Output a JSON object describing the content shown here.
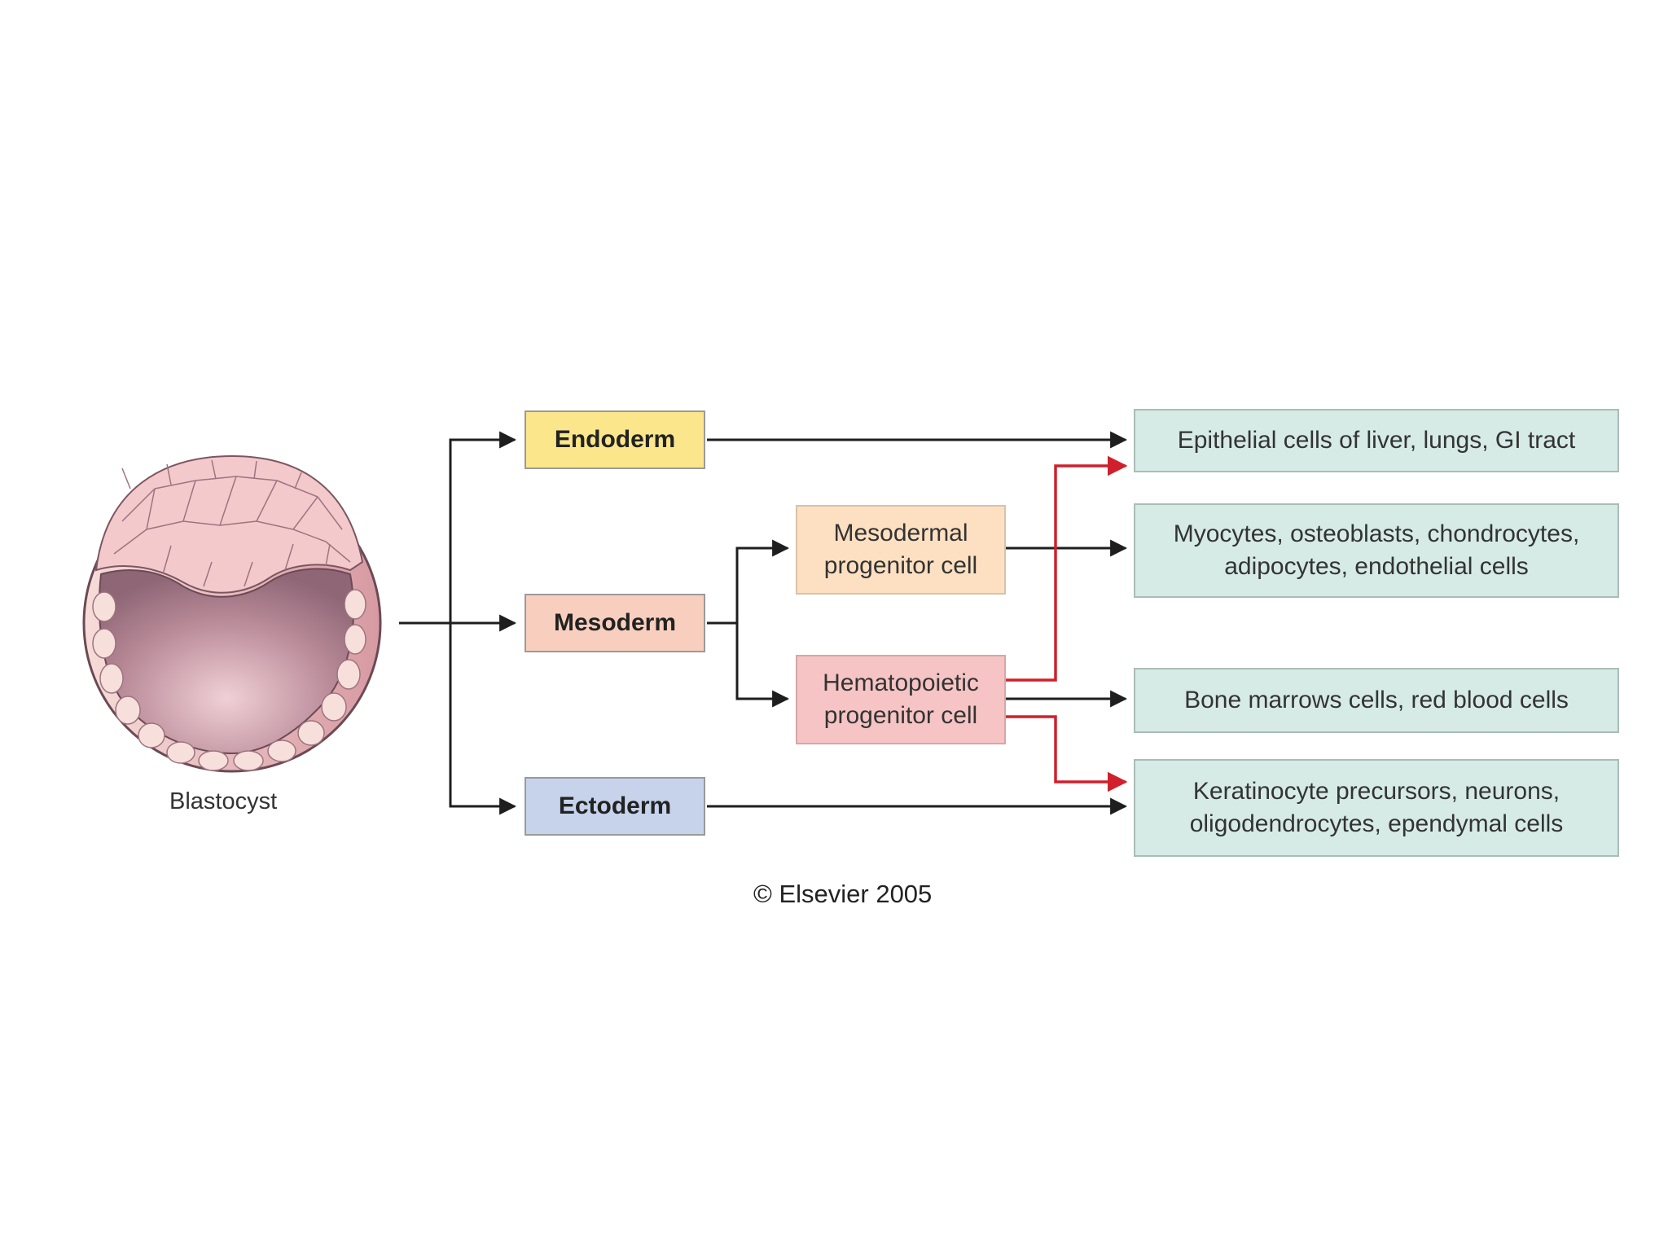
{
  "blastocyst": {
    "label": "Blastocyst"
  },
  "germ_layers": {
    "endoderm": "Endoderm",
    "mesoderm": "Mesoderm",
    "ectoderm": "Ectoderm"
  },
  "progenitors": {
    "mesodermal": [
      "Mesodermal",
      "progenitor cell"
    ],
    "hematopoietic": [
      "Hematopoietic",
      "progenitor cell"
    ]
  },
  "outcomes": {
    "endoderm_cells": [
      "Epithelial cells of liver, lungs, GI tract"
    ],
    "mesodermal_cells": [
      "Myocytes, osteoblasts, chondrocytes,",
      "adipocytes, endothelial cells"
    ],
    "hematopoietic_cells": [
      "Bone marrows cells, red blood cells"
    ],
    "ectoderm_cells": [
      "Keratinocyte precursors, neurons,",
      "oligodendrocytes, ependymal cells"
    ]
  },
  "copyright": "© Elsevier 2005",
  "colors": {
    "endoderm": "#fbe68c",
    "mesoderm": "#f8cfbe",
    "ectoderm": "#c6d3ea",
    "mesodermal_progenitor": "#fde0c2",
    "hematopoietic_progenitor": "#f6c4c4",
    "outcome": "#d6ebe6",
    "arrow": "#1e1e1e",
    "red_arrow": "#d0202c"
  }
}
